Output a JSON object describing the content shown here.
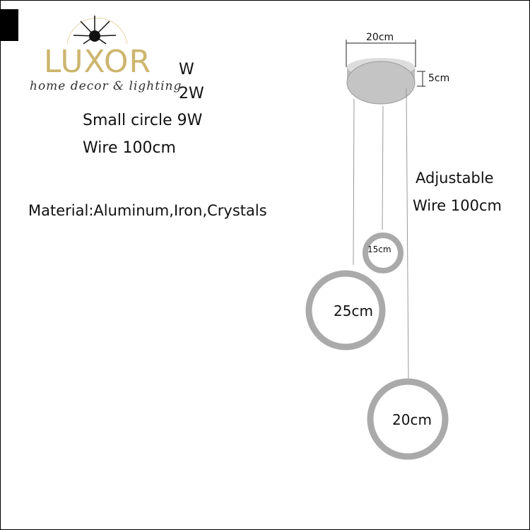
{
  "logo": {
    "name": "LUXOR",
    "tagline": "home decor & lighting"
  },
  "specs": {
    "line1": "W",
    "line2": "2W",
    "line3": "Small circle 9W",
    "line4": "Wire 100cm",
    "material": "Material:Aluminum,Iron,Crystals"
  },
  "dimensions": {
    "canopy_width": "20cm",
    "canopy_height": "5cm",
    "wire_label_1": "Adjustable",
    "wire_label_2": "Wire 100cm",
    "small_ring": "15cm",
    "large_ring": "25cm",
    "medium_ring": "20cm"
  }
}
